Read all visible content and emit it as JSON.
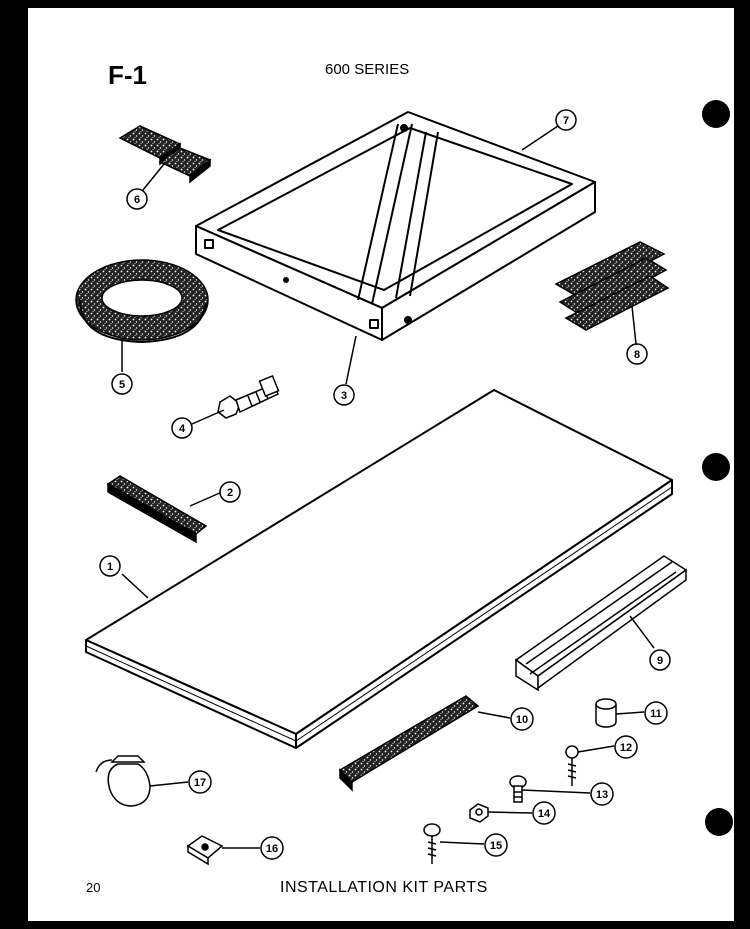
{
  "header": {
    "figure_id": "F-1",
    "series": "600 SERIES"
  },
  "footer": {
    "page_number": "20",
    "caption": "INSTALLATION KIT PARTS"
  },
  "callouts": [
    "1",
    "2",
    "3",
    "4",
    "5",
    "6",
    "7",
    "8",
    "9",
    "10",
    "11",
    "12",
    "13",
    "14",
    "15",
    "16",
    "17"
  ]
}
